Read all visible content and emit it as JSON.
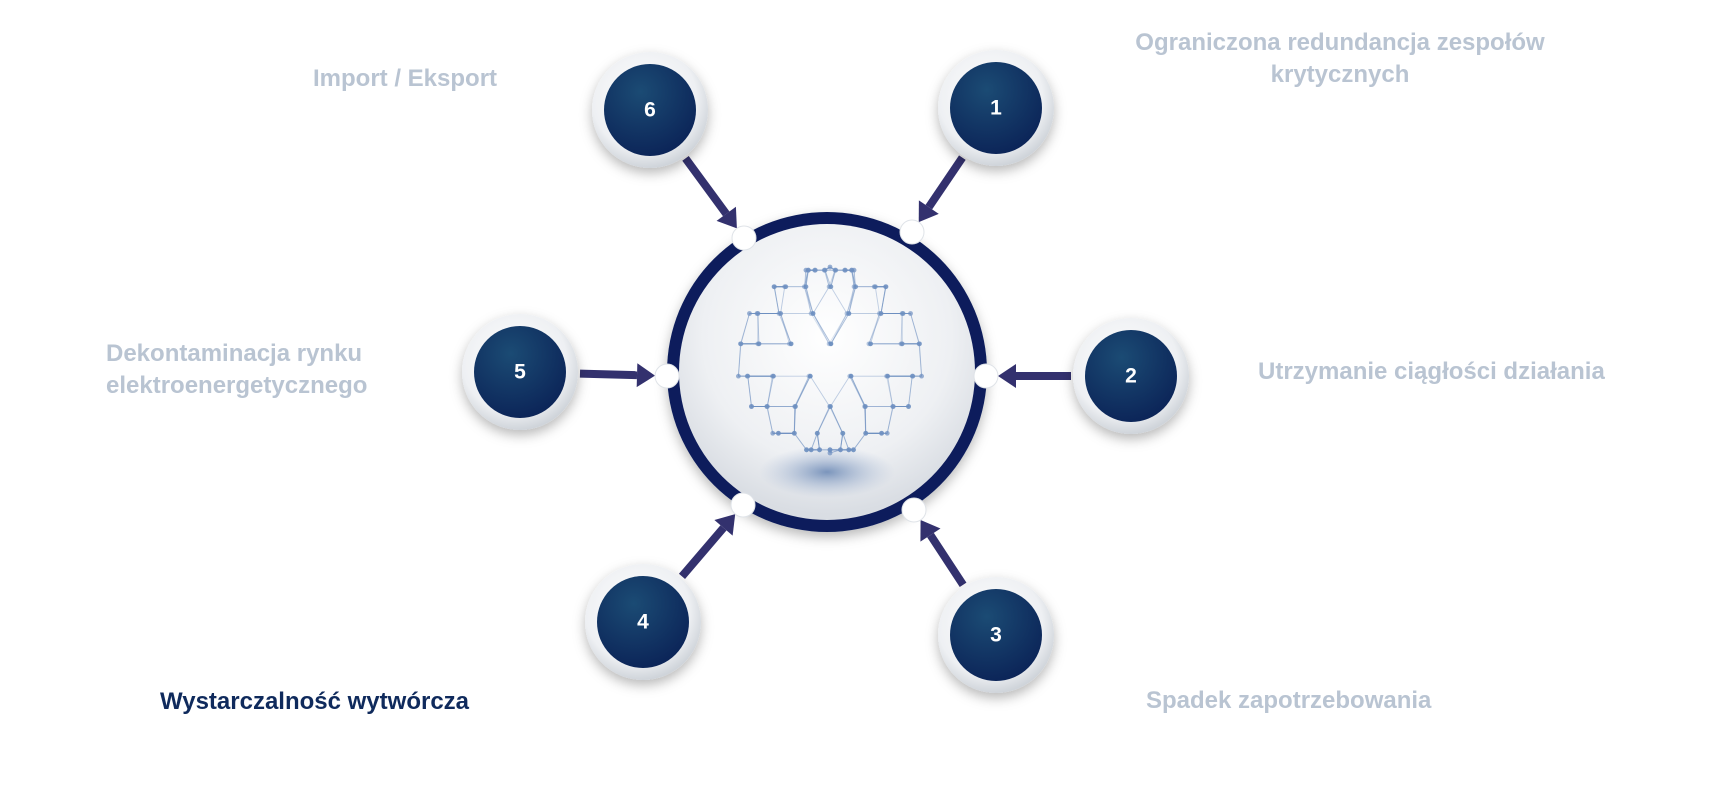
{
  "nodes": [
    {
      "number": "1",
      "label": "Ograniczona redundancja zespołów krytycznych",
      "label_lines": [
        "Ograniczona redundancja zespołów",
        "krytycznych"
      ],
      "active": false
    },
    {
      "number": "2",
      "label": "Utrzymanie ciągłości działania",
      "label_lines": [
        "Utrzymanie ciągłości działania"
      ],
      "active": false
    },
    {
      "number": "3",
      "label": "Spadek zapotrzebowania",
      "label_lines": [
        "Spadek zapotrzebowania"
      ],
      "active": false
    },
    {
      "number": "4",
      "label": "Wystarczalność wytwórcza",
      "label_lines": [
        "Wystarczalność wytwórcza"
      ],
      "active": true
    },
    {
      "number": "5",
      "label": "Dekontaminacja rynku elektroenergetycznego",
      "label_lines": [
        "Dekontaminacja rynku",
        "elektroenergetycznego"
      ],
      "active": false
    },
    {
      "number": "6",
      "label": "Import / Eksport",
      "label_lines": [
        "Import / Eksport"
      ],
      "active": false
    }
  ],
  "center_icon": "network-globe-icon",
  "colors": {
    "node_fill": "#0d2d5e",
    "ring": "#0a1f5c",
    "arrow": "#33316e",
    "label_inactive": "#b9c4d2",
    "label_active": "#0f2a5c",
    "globe_line": "#6d8fc0"
  }
}
